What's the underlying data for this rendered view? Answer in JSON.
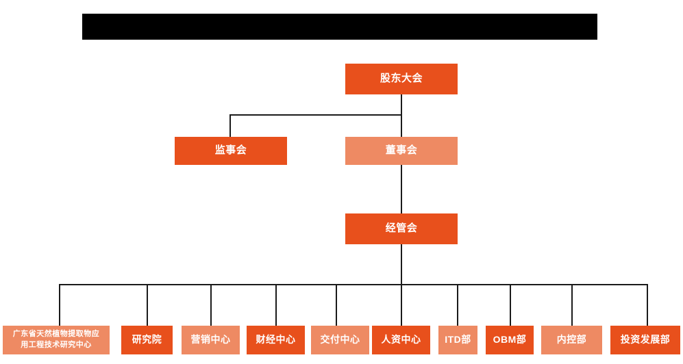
{
  "diagram": {
    "title_bar": {
      "name": "redacted-title-bar",
      "text": ""
    },
    "type": "organization-chart",
    "colors": {
      "primary": "#e8501c",
      "secondary": "#ee8a63",
      "connector": "#1a1a1a",
      "background": "#ffffff",
      "redaction": "#000000",
      "text": "#ffffff"
    },
    "nodes": {
      "shareholders_meeting": {
        "label": "股东大会",
        "style": "primary"
      },
      "supervisory_board": {
        "label": "监事会",
        "style": "primary"
      },
      "board_of_directors": {
        "label": "董事会",
        "style": "secondary"
      },
      "management_committee": {
        "label": "经管会",
        "style": "primary"
      }
    },
    "departments": [
      {
        "label": "广东省天然植物提取物应\n用工程技术研究中心",
        "style": "secondary"
      },
      {
        "label": "研究院",
        "style": "primary"
      },
      {
        "label": "营销中心",
        "style": "secondary"
      },
      {
        "label": "财经中心",
        "style": "primary"
      },
      {
        "label": "交付中心",
        "style": "secondary"
      },
      {
        "label": "人资中心",
        "style": "primary"
      },
      {
        "label": "ITD部",
        "style": "secondary"
      },
      {
        "label": "OBM部",
        "style": "primary"
      },
      {
        "label": "内控部",
        "style": "secondary"
      },
      {
        "label": "投资发展部",
        "style": "primary"
      }
    ]
  }
}
